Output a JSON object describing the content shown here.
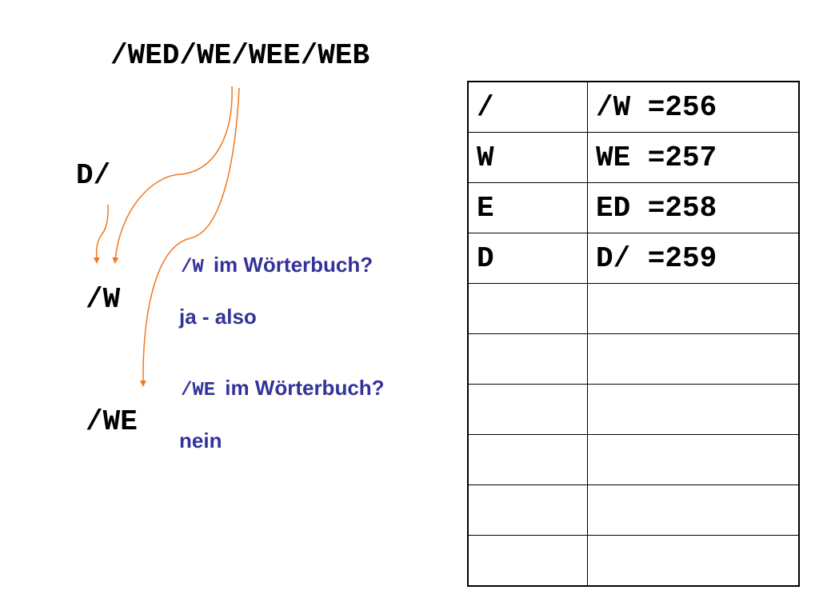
{
  "input_string": "/WED/WE/WEE/WEB",
  "labels": {
    "d": "D/",
    "w": "/W",
    "we": "/WE"
  },
  "questions": [
    {
      "code": "/W",
      "text": "im Wörterbuch?",
      "answer": "ja - also"
    },
    {
      "code": "/WE",
      "text": "im Wörterbuch?",
      "answer": "nein"
    }
  ],
  "table": {
    "rows": [
      {
        "left": "/",
        "right": "/W =256"
      },
      {
        "left": "W",
        "right": "WE =257"
      },
      {
        "left": "E",
        "right": "ED =258"
      },
      {
        "left": "D",
        "right": "D/ =259"
      },
      {
        "left": "",
        "right": ""
      },
      {
        "left": "",
        "right": ""
      },
      {
        "left": "",
        "right": ""
      },
      {
        "left": "",
        "right": ""
      },
      {
        "left": "",
        "right": ""
      },
      {
        "left": "",
        "right": ""
      }
    ]
  },
  "colors": {
    "arrow": "#f07820",
    "text_blue": "#333399",
    "text_black": "#000000"
  }
}
